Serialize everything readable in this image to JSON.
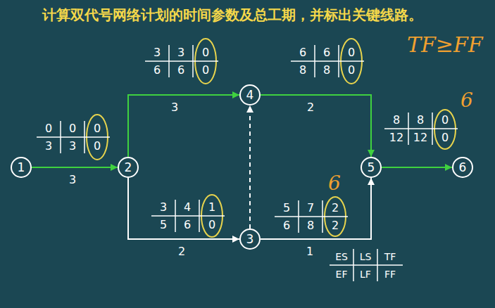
{
  "diagram": {
    "title": "计算双代号网络计划的时间参数及总工期，并标出关键线路。",
    "nodes": [
      {
        "text": [
          "1"
        ]
      },
      {
        "text": [
          "2"
        ]
      },
      {
        "text": [
          "3"
        ]
      },
      {
        "text": [
          "4"
        ]
      },
      {
        "text": [
          "5"
        ]
      },
      {
        "text": [
          "6"
        ]
      }
    ],
    "edges": [
      {
        "from": 0,
        "to": 1,
        "arrow": "to",
        "label": "3"
      },
      {
        "from": 1,
        "to": 3,
        "arrow": "to",
        "label": "3"
      },
      {
        "from": 1,
        "to": 2,
        "arrow": "to",
        "label": "2"
      },
      {
        "from": 3,
        "to": 4,
        "arrow": "to",
        "label": "2"
      },
      {
        "from": 2,
        "to": 4,
        "arrow": "to",
        "label": "1"
      },
      {
        "from": 2,
        "to": 3,
        "arrow": "to"
      },
      {
        "from": 4,
        "to": 5,
        "arrow": "to"
      }
    ],
    "labels": [
      "TF≥FF",
      "0",
      "0",
      "0",
      "3",
      "3",
      "0",
      "3",
      "3",
      "0",
      "6",
      "6",
      "0",
      "6",
      "6",
      "0",
      "8",
      "8",
      "0",
      "3",
      "4",
      "1",
      "5",
      "6",
      "0",
      "5",
      "7",
      "2",
      "6",
      "8",
      "2",
      "8",
      "8",
      "0",
      "12",
      "12",
      "0",
      "ES",
      "LS",
      "TF",
      "EF",
      "LF",
      "FF",
      "6",
      "6"
    ]
  }
}
